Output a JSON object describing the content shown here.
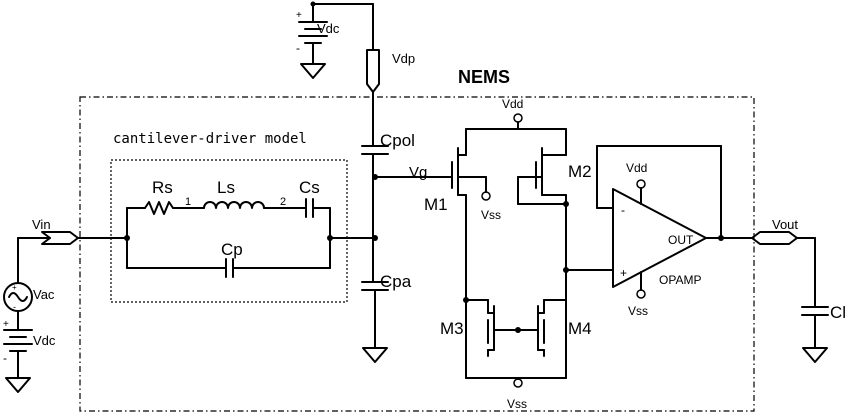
{
  "title": "NEMS",
  "model_label": "cantilever-driver model",
  "labels": {
    "vdc_top": "Vdc",
    "vdp": "Vdp",
    "cpol": "Cpol",
    "cpa": "Cpa",
    "vg": "Vg",
    "m1": "M1",
    "m2": "M2",
    "m3": "M3",
    "m4": "M4",
    "vdd_mirror": "Vdd",
    "vss_m1": "Vss",
    "vss_bottom": "Vss",
    "vdd_opamp": "Vdd",
    "vss_opamp": "Vss",
    "opamp": "OPAMP",
    "out": "OUT",
    "minus": "-",
    "plus": "+",
    "vout": "Vout",
    "cl": "Cl",
    "vin": "Vin",
    "vac": "Vac",
    "vdc_bottom": "Vdc",
    "rs": "Rs",
    "ls": "Ls",
    "cs": "Cs",
    "cp": "Cp",
    "node1": "1",
    "node2": "2"
  }
}
